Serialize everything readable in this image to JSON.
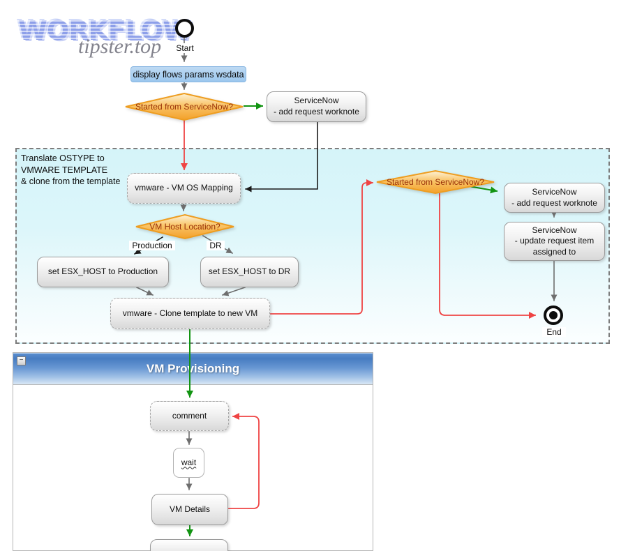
{
  "watermark": {
    "title": "WORKFLOW",
    "subtitle": "tipster.top"
  },
  "colors": {
    "decision_fill_top": "#fdf3d8",
    "decision_fill_bottom": "#f3a02a",
    "decision_border": "#ee9d20",
    "decision_text": "#993008",
    "arrow_gray": "#6e6e6e",
    "arrow_black": "#1a1a1a",
    "arrow_green": "#129412",
    "arrow_red": "#ef4444",
    "region_background": "#d8f5f9",
    "display_box_background": "#a9cfef",
    "panel_header_blue": "#4d82c6"
  },
  "nodes": {
    "start_label": "Start",
    "display_params": "display flows params wsdata",
    "decision1": "Started from ServiceNow?",
    "servicenow_worknote_1": {
      "line1": "ServiceNow",
      "line2": "- add request worknote"
    },
    "region_note": {
      "line1": "Translate OSTYPE to",
      "line2": "VMWARE TEMPLATE",
      "line3": "& clone from the template"
    },
    "vm_os_mapping": "vmware - VM OS Mapping",
    "decision_host": "VM Host Location?",
    "branch_production": "Production",
    "branch_dr": "DR",
    "set_esx_production": "set ESX_HOST to Production",
    "set_esx_dr": "set ESX_HOST to DR",
    "clone_template": "vmware - Clone template to new VM",
    "decision2": "Started from ServiceNow?",
    "servicenow_worknote_2": {
      "line1": "ServiceNow",
      "line2": "- add request worknote"
    },
    "servicenow_update": {
      "line1": "ServiceNow",
      "line2": "- update request item",
      "line3": "assigned to"
    },
    "end_label": "End",
    "comment": "comment",
    "wait": "wait",
    "vm_details": "VM Details"
  },
  "panel": {
    "title": "VM Provisioning",
    "collapse_glyph": "−"
  }
}
